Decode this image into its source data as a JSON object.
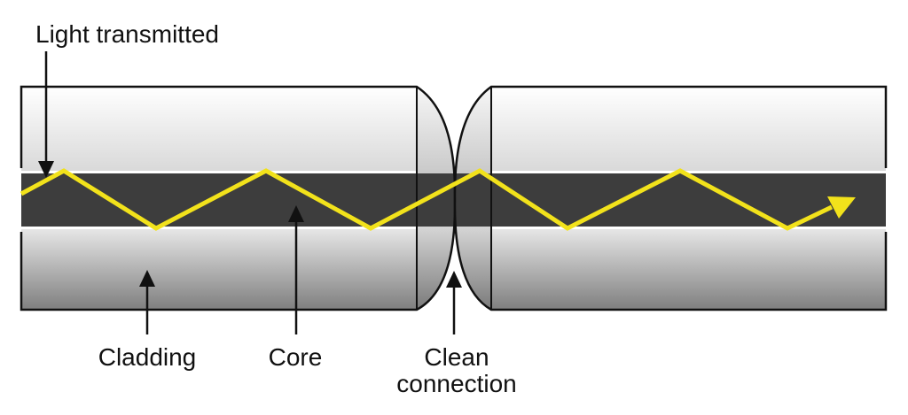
{
  "labels": {
    "light_transmitted": "Light transmitted",
    "cladding": "Cladding",
    "core": "Core",
    "clean_line1": "Clean",
    "clean_line2": "connection"
  },
  "colors": {
    "core": "#3d3d3d",
    "light_ray": "#f2e21b",
    "outline": "#111111",
    "cladding_light": "#f2f2f2",
    "cladding_dark": "#8c8c8c"
  }
}
